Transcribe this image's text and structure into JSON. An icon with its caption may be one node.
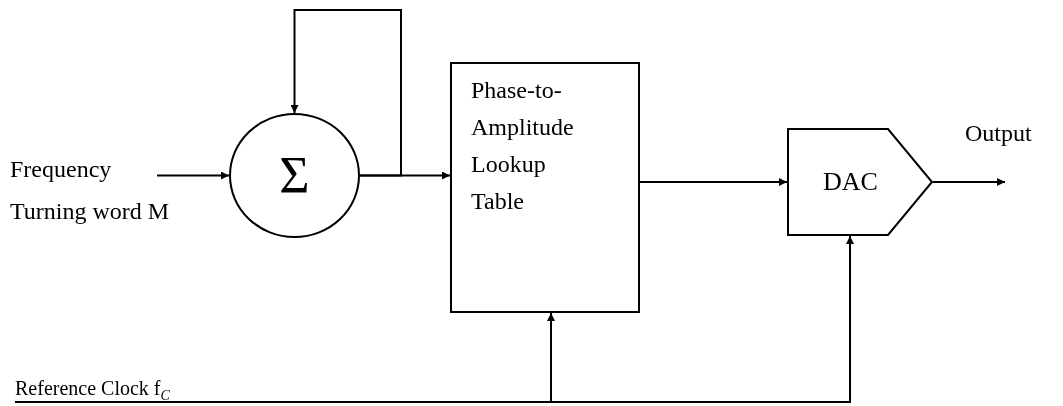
{
  "diagram": {
    "nodes": [
      {
        "text": [
          "Frequency Turning word M"
        ]
      },
      {
        "text": [
          "Σ"
        ]
      },
      {
        "text": [
          "Phase-to- Amplitude Lookup Table"
        ]
      },
      {
        "text": [
          "DAC"
        ]
      },
      {
        "text": [
          "Reference Clock f$_{C}$"
        ]
      }
    ],
    "edges": [
      {
        "from": 0,
        "to": 1,
        "arrow": "to"
      },
      {
        "from": 1,
        "to": 1,
        "arrow": "to"
      },
      {
        "from": 1,
        "to": 2,
        "arrow": "to"
      },
      {
        "from": 2,
        "to": 3,
        "arrow": "to"
      },
      {
        "from": 3,
        "to": null,
        "arrow": "to",
        "label": "Output"
      },
      {
        "from": 4,
        "to": 2,
        "arrow": "to"
      },
      {
        "from": 4,
        "to": 3,
        "arrow": "to"
      }
    ]
  }
}
